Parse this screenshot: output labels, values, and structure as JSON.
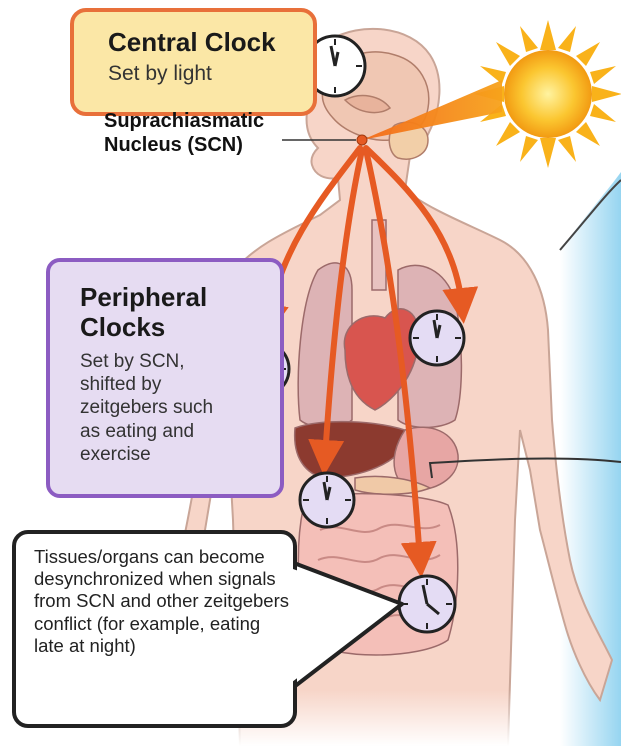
{
  "central_clock": {
    "title": "Central Clock",
    "subtitle": "Set by light"
  },
  "scn": {
    "label": "Suprachiasmatic Nucleus (SCN)"
  },
  "peripheral_clocks": {
    "title": "Peripheral Clocks",
    "description": "Set by SCN, shifted by zeitgebers such as eating and exercise"
  },
  "desynchronization": {
    "text": "Tissues/organs can become desynchronized when signals from SCN and other zeitgebers conflict (for example, eating late at night)"
  },
  "colors": {
    "arrow": "#e65a23",
    "central_border": "#e8703a",
    "central_fill": "#fbe7a6",
    "peripheral_border": "#8c5cc2",
    "peripheral_fill": "#e6dcf2",
    "clock_fill": "#e4dcf4",
    "skin": "#f7d5c8",
    "sun": "#f9b21a"
  }
}
